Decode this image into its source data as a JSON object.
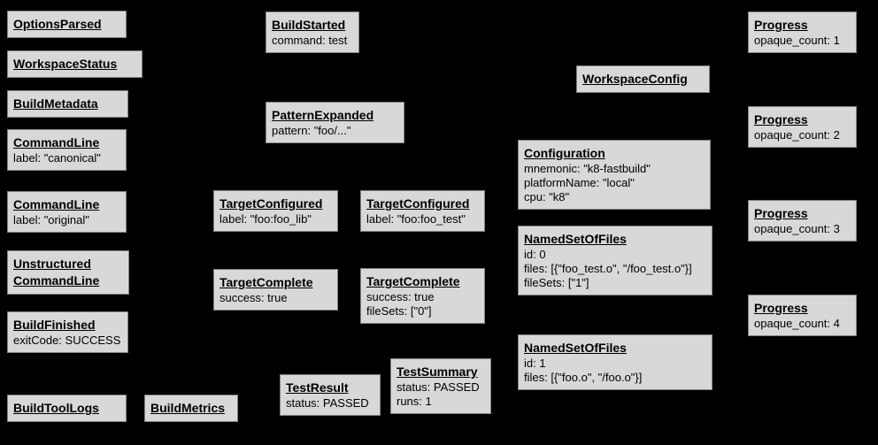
{
  "diagram": {
    "description": "Build event protocol graph",
    "colors": {
      "background": "#000000",
      "node_fill": "#d8d8d8",
      "node_border": "#828282",
      "text": "#000000"
    }
  },
  "nodes": [
    {
      "id": "options-parsed",
      "title": "OptionsParsed",
      "props": []
    },
    {
      "id": "workspace-status",
      "title": "WorkspaceStatus",
      "props": []
    },
    {
      "id": "build-metadata",
      "title": "BuildMetadata",
      "props": []
    },
    {
      "id": "command-line-canonical",
      "title": "CommandLine",
      "props": [
        "label: \"canonical\""
      ]
    },
    {
      "id": "command-line-original",
      "title": "CommandLine",
      "props": [
        "label: \"original\""
      ]
    },
    {
      "id": "unstructured-command-line",
      "title": "Unstructured\nCommandLine",
      "props": []
    },
    {
      "id": "build-finished",
      "title": "BuildFinished",
      "props": [
        "exitCode: SUCCESS"
      ]
    },
    {
      "id": "build-tool-logs",
      "title": "BuildToolLogs",
      "props": []
    },
    {
      "id": "build-metrics",
      "title": "BuildMetrics",
      "props": []
    },
    {
      "id": "build-started",
      "title": "BuildStarted",
      "props": [
        "command: test"
      ]
    },
    {
      "id": "pattern-expanded",
      "title": "PatternExpanded",
      "props": [
        "pattern: \"foo/...\""
      ]
    },
    {
      "id": "target-configured-lib",
      "title": "TargetConfigured",
      "props": [
        "label: \"foo:foo_lib\""
      ]
    },
    {
      "id": "target-configured-test",
      "title": "TargetConfigured",
      "props": [
        "label: \"foo:foo_test\""
      ]
    },
    {
      "id": "target-complete-lib",
      "title": "TargetComplete",
      "props": [
        "success: true"
      ]
    },
    {
      "id": "target-complete-test",
      "title": "TargetComplete",
      "props": [
        "success: true",
        "fileSets: [\"0\"]"
      ]
    },
    {
      "id": "test-result",
      "title": "TestResult",
      "props": [
        "status: PASSED"
      ]
    },
    {
      "id": "test-summary",
      "title": "TestSummary",
      "props": [
        "status: PASSED",
        "runs: 1"
      ]
    },
    {
      "id": "workspace-config",
      "title": "WorkspaceConfig",
      "props": []
    },
    {
      "id": "configuration",
      "title": "Configuration",
      "props": [
        "mnemonic: \"k8-fastbuild\"",
        "platformName: \"local\"",
        "cpu: \"k8\""
      ]
    },
    {
      "id": "named-set-of-files-0",
      "title": "NamedSetOfFiles",
      "props": [
        "id: 0",
        "files: [{\"foo_test.o\", \"/foo_test.o\"}]",
        "fileSets: [\"1\"]"
      ]
    },
    {
      "id": "named-set-of-files-1",
      "title": "NamedSetOfFiles",
      "props": [
        "id: 1",
        "files: [{\"foo.o\", \"/foo.o\"}]"
      ]
    },
    {
      "id": "progress-1",
      "title": "Progress",
      "props": [
        "opaque_count: 1"
      ]
    },
    {
      "id": "progress-2",
      "title": "Progress",
      "props": [
        "opaque_count: 2"
      ]
    },
    {
      "id": "progress-3",
      "title": "Progress",
      "props": [
        "opaque_count: 3"
      ]
    },
    {
      "id": "progress-4",
      "title": "Progress",
      "props": [
        "opaque_count: 4"
      ]
    }
  ]
}
